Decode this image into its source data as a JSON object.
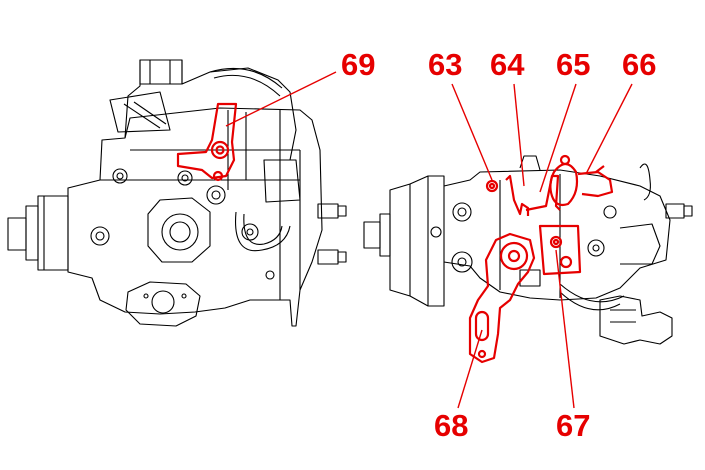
{
  "callouts": [
    {
      "id": "69",
      "label": "69"
    },
    {
      "id": "63",
      "label": "63"
    },
    {
      "id": "64",
      "label": "64"
    },
    {
      "id": "65",
      "label": "65"
    },
    {
      "id": "66",
      "label": "66"
    },
    {
      "id": "67",
      "label": "67"
    },
    {
      "id": "68",
      "label": "68"
    }
  ],
  "colors": {
    "highlight": "#e60000",
    "line": "#000000",
    "background": "#ffffff"
  }
}
